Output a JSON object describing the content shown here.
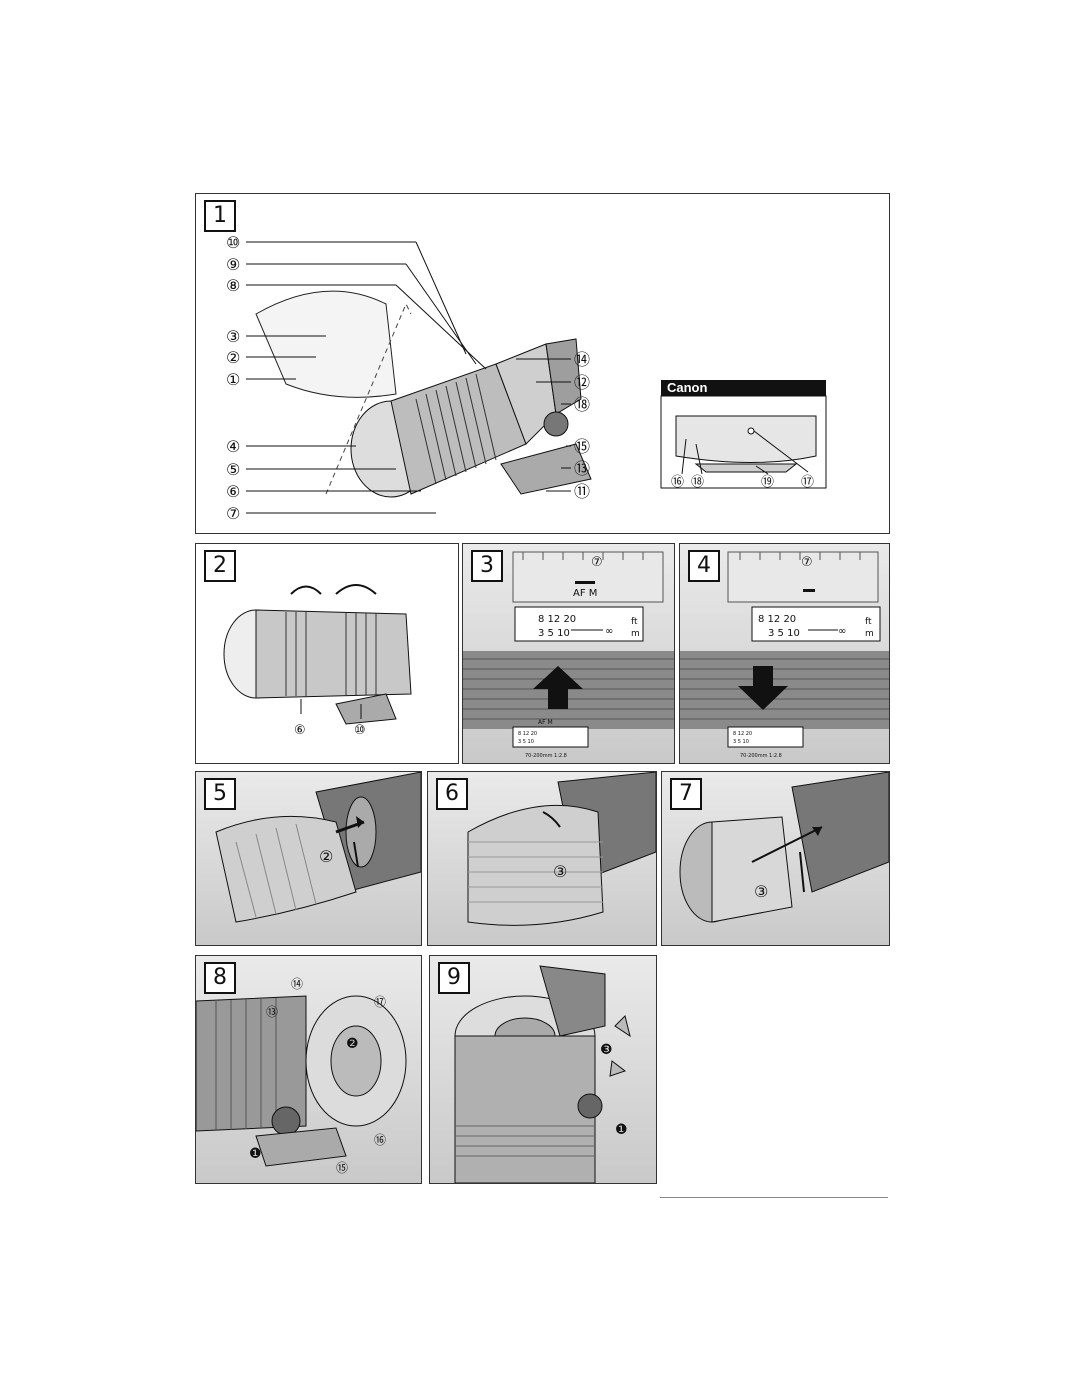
{
  "panels": [
    {
      "number": "1"
    },
    {
      "number": "2"
    },
    {
      "number": "3"
    },
    {
      "number": "4"
    },
    {
      "number": "5"
    },
    {
      "number": "6"
    },
    {
      "number": "7"
    },
    {
      "number": "8"
    },
    {
      "number": "9"
    }
  ],
  "panel1": {
    "callouts_left": [
      "⑩",
      "⑨",
      "⑧",
      "③",
      "②",
      "①",
      "④",
      "⑤",
      "⑥",
      "⑦"
    ],
    "callouts_right": [
      "⑭",
      "⑫",
      "⑱",
      "⑮",
      "⑬",
      "⑪"
    ],
    "canon": {
      "brand": "Canon",
      "callouts": [
        "⑯",
        "⑱",
        "⑲",
        "⑰"
      ]
    }
  },
  "panel2": {
    "callouts": [
      "⑥",
      "⑩"
    ]
  },
  "panel3": {
    "callout": "⑦",
    "mode_label": "AF M",
    "scale_ft": "8   12 20",
    "scale_m": "3   5  10",
    "unit_ft": "ft",
    "unit_m": "m",
    "inf": "∞",
    "small_mode": "AF M",
    "small_ft": "8  12 20",
    "small_m": "3  5 10",
    "lens_text": "70-200mm  1:2.8"
  },
  "panel4": {
    "callout": "⑦",
    "scale_ft": "8   12 20",
    "scale_m": "3   5  10",
    "unit_ft": "ft",
    "unit_m": "m",
    "inf": "∞",
    "small_ft": "8  12 20",
    "small_m": "3  5 10",
    "lens_text": "70-200mm  1:2.8"
  },
  "panel5": {
    "callout": "②"
  },
  "panel6": {
    "callout": "③"
  },
  "panel7": {
    "callout": "③"
  },
  "panel8": {
    "callouts": [
      "⑭",
      "⑬",
      "⑰",
      "❷",
      "⑯",
      "❶",
      "⑮"
    ]
  },
  "panel9": {
    "callouts": [
      "❸",
      "❶"
    ]
  },
  "colors": {
    "ink": "#111111",
    "photo_light": "#eaeaea",
    "photo_dark": "#c9c9c9"
  }
}
